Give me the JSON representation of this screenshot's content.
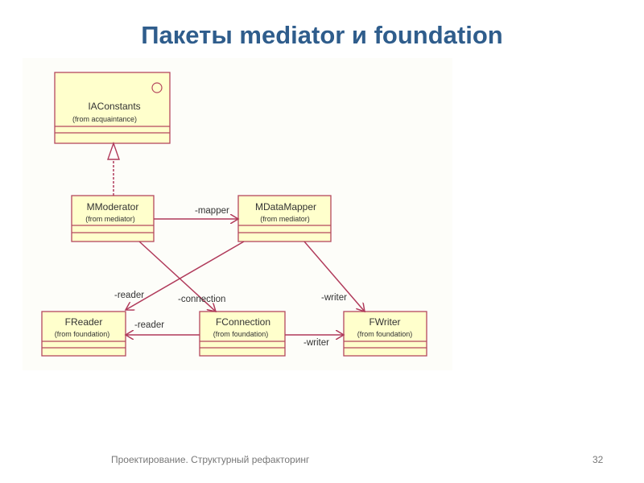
{
  "slide": {
    "title": "Пакеты mediator и foundation",
    "footer": "Проектирование. Структурный рефакторинг",
    "page_number": "32"
  },
  "diagram": {
    "classes": {
      "iaconstants": {
        "name": "IAConstants",
        "package": "(from acquaintance)"
      },
      "mmoderator": {
        "name": "MModerator",
        "package": "(from mediator)"
      },
      "mdatamapper": {
        "name": "MDataMapper",
        "package": "(from mediator)"
      },
      "freader": {
        "name": "FReader",
        "package": "(from foundation)"
      },
      "fconnection": {
        "name": "FConnection",
        "package": "(from foundation)"
      },
      "fwriter": {
        "name": "FWriter",
        "package": "(from foundation)"
      }
    },
    "roles": {
      "mapper": "-mapper",
      "mdm_reader": "-reader",
      "connection": "-connection",
      "mdm_writer": "-writer",
      "fc_reader": "-reader",
      "fc_writer": "-writer"
    },
    "colors": {
      "box_fill": "#ffffcc",
      "line": "#b03a5a"
    }
  }
}
